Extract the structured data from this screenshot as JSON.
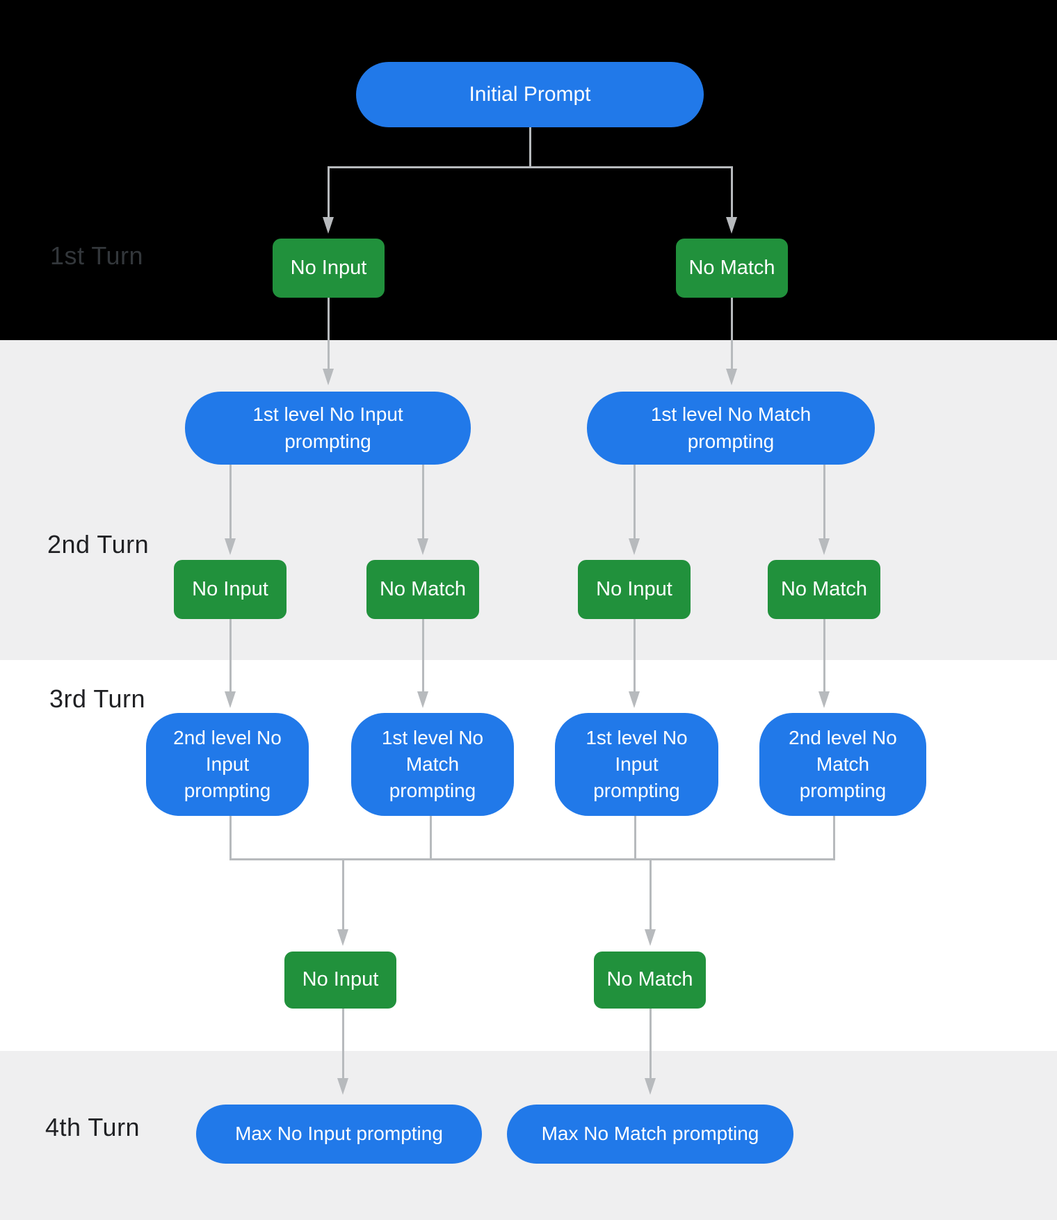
{
  "colors": {
    "section_black": "#000000",
    "section_gray": "#efeff0",
    "section_white": "#ffffff",
    "node_blue": "#2179e9",
    "node_green": "#21913c",
    "node_text": "#ffffff",
    "connector_gray": "#b7babd",
    "turn_label": "#202124",
    "turn_label_on_black": "#33373b"
  },
  "turn_labels": [
    {
      "text": "1st Turn"
    },
    {
      "text": "2nd Turn"
    },
    {
      "text": "3rd Turn"
    },
    {
      "text": "4th Turn"
    }
  ],
  "nodes": [
    {
      "id": "initial-prompt",
      "label": "Initial Prompt"
    },
    {
      "id": "turn1-no-input",
      "label": "No Input"
    },
    {
      "id": "turn1-no-match",
      "label": "No Match"
    },
    {
      "id": "level1-no-input-prompting",
      "label": "1st level No Input\nprompting"
    },
    {
      "id": "level1-no-match-prompting",
      "label": "1st level No Match\nprompting"
    },
    {
      "id": "turn2-no-input-left",
      "label": "No Input"
    },
    {
      "id": "turn2-no-match-left",
      "label": "No Match"
    },
    {
      "id": "turn2-no-input-right",
      "label": "No Input"
    },
    {
      "id": "turn2-no-match-right",
      "label": "No Match"
    },
    {
      "id": "level2-no-input-prompting",
      "label": "2nd level No\nInput\nprompting"
    },
    {
      "id": "level1-no-match-prompting-b",
      "label": "1st level No\nMatch\nprompting"
    },
    {
      "id": "level1-no-input-prompting-b",
      "label": "1st level No\nInput\nprompting"
    },
    {
      "id": "level2-no-match-prompting",
      "label": "2nd level No\nMatch\nprompting"
    },
    {
      "id": "turn3-no-input",
      "label": "No Input"
    },
    {
      "id": "turn3-no-match",
      "label": "No Match"
    },
    {
      "id": "max-no-input-prompting",
      "label": "Max No Input prompting"
    },
    {
      "id": "max-no-match-prompting",
      "label": "Max No Match prompting"
    }
  ]
}
